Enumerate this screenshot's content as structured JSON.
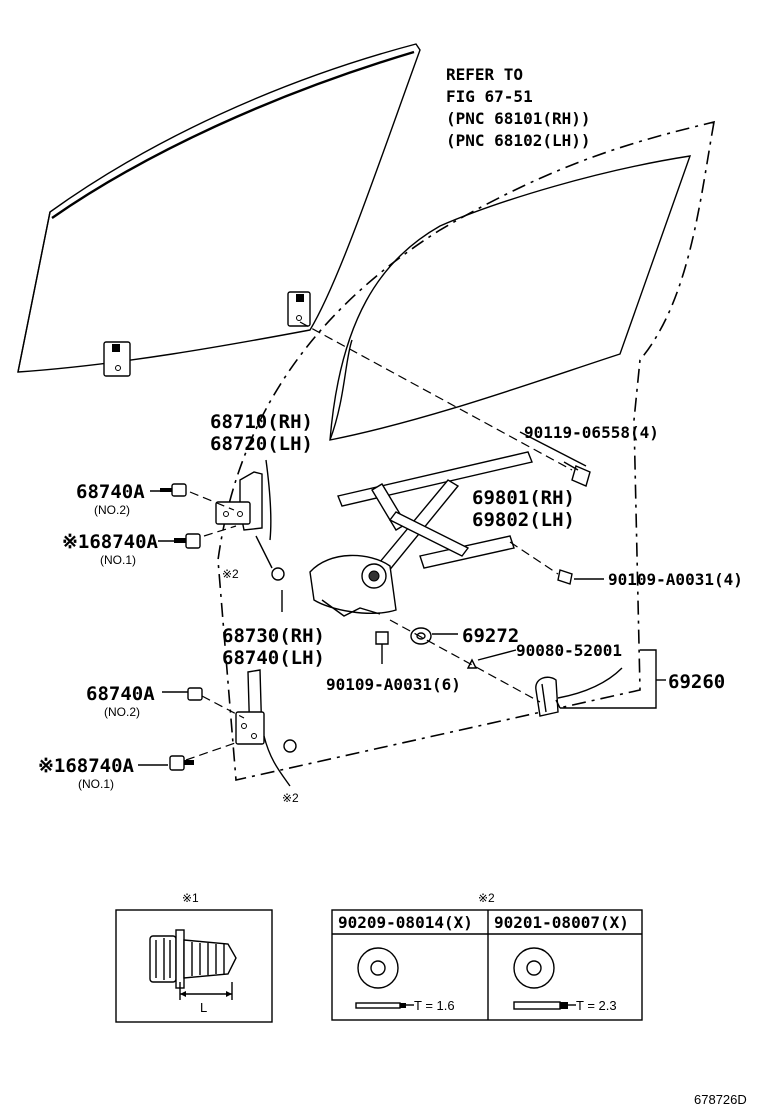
{
  "refer": {
    "line1": "REFER TO",
    "line2": "FIG 67-51",
    "line3": "(PNC 68101(RH))",
    "line4": "(PNC 68102(LH))"
  },
  "labels": {
    "p68710": "68710(RH)",
    "p68720": "68720(LH)",
    "p68740a_top": "68740A",
    "no2_top": "(NO.2)",
    "p68740a_mid": "※168740A",
    "no1_mid": "(NO.1)",
    "mark2_a": "※2",
    "p68730": "68730(RH)",
    "p68740": "68740(LH)",
    "p68740a_low": "68740A",
    "no2_low": "(NO.2)",
    "p68740a_bot": "※168740A",
    "no1_bot": "(NO.1)",
    "mark2_b": "※2",
    "p90119": "90119-06558(4)",
    "p69801": "69801(RH)",
    "p69802": "69802(LH)",
    "p90109_4": "90109-A0031(4)",
    "p69272": "69272",
    "p90080": "90080-52001",
    "p69260": "69260",
    "p90109_6": "90109-A0031(6)"
  },
  "detail1": {
    "mark": "※1",
    "dimension": "L"
  },
  "detail2": {
    "mark": "※2",
    "col1_part": "90209-08014(X)",
    "col2_part": "90201-08007(X)",
    "col1_thickness": "T = 1.6",
    "col2_thickness": "T = 2.3"
  },
  "figure_code": "678726D"
}
